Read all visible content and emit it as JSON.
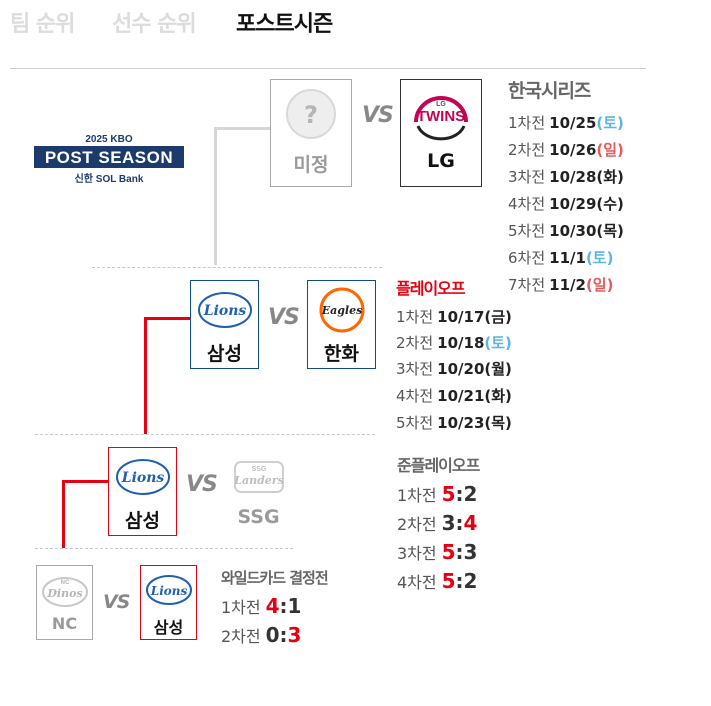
{
  "tabs": [
    {
      "label": "팀 순위",
      "active": false
    },
    {
      "label": "선수 순위",
      "active": false
    },
    {
      "label": "포스트시즌",
      "active": true
    }
  ],
  "logo": {
    "year_kbo": "2025 KBO",
    "title": "POST SEASON",
    "sponsor": "신한 SOL Bank"
  },
  "korean_series": {
    "title": "한국시리즈",
    "team1": {
      "name": "미정",
      "logo_text": "?"
    },
    "team2": {
      "name": "LG",
      "logo_text": "TWINS",
      "logo_sub": "LG"
    },
    "vs": "VS",
    "games": [
      {
        "game": "1차전",
        "date": "10/25",
        "day": "(토)",
        "kind": "sat"
      },
      {
        "game": "2차전",
        "date": "10/26",
        "day": "(일)",
        "kind": "sun"
      },
      {
        "game": "3차전",
        "date": "10/28",
        "day": "(화)",
        "kind": "wk"
      },
      {
        "game": "4차전",
        "date": "10/29",
        "day": "(수)",
        "kind": "wk"
      },
      {
        "game": "5차전",
        "date": "10/30",
        "day": "(목)",
        "kind": "wk"
      },
      {
        "game": "6차전",
        "date": "11/1",
        "day": "(토)",
        "kind": "sat"
      },
      {
        "game": "7차전",
        "date": "11/2",
        "day": "(일)",
        "kind": "sun"
      }
    ]
  },
  "playoff": {
    "title": "플레이오프",
    "team1": {
      "name": "삼성",
      "logo_text": "Lions"
    },
    "team2": {
      "name": "한화",
      "logo_text": "Eagles"
    },
    "vs": "VS",
    "games": [
      {
        "game": "1차전",
        "date": "10/17",
        "day": "(금)",
        "kind": "wk"
      },
      {
        "game": "2차전",
        "date": "10/18",
        "day": "(토)",
        "kind": "sat"
      },
      {
        "game": "3차전",
        "date": "10/20",
        "day": "(월)",
        "kind": "wk"
      },
      {
        "game": "4차전",
        "date": "10/21",
        "day": "(화)",
        "kind": "wk"
      },
      {
        "game": "5차전",
        "date": "10/23",
        "day": "(목)",
        "kind": "wk"
      }
    ]
  },
  "semi_playoff": {
    "title": "준플레이오프",
    "team1": {
      "name": "삼성",
      "logo_text": "Lions"
    },
    "team2": {
      "name": "SSG",
      "logo_text": "Landers",
      "logo_sub": "SSG"
    },
    "vs": "VS",
    "games": [
      {
        "game": "1차전",
        "s1": "5",
        "s2": "2",
        "winner": 1
      },
      {
        "game": "2차전",
        "s1": "3",
        "s2": "4",
        "winner": 2
      },
      {
        "game": "3차전",
        "s1": "5",
        "s2": "3",
        "winner": 1
      },
      {
        "game": "4차전",
        "s1": "5",
        "s2": "2",
        "winner": 1
      }
    ]
  },
  "wildcard": {
    "title": "와일드카드 결정전",
    "team1": {
      "name": "NC",
      "logo_text": "Dinos",
      "logo_sub": "NC"
    },
    "team2": {
      "name": "삼성",
      "logo_text": "Lions"
    },
    "vs": "VS",
    "games": [
      {
        "game": "1차전",
        "s1": "4",
        "s2": "1",
        "winner": 1
      },
      {
        "game": "2차전",
        "s1": "0",
        "s2": "3",
        "winner": 2
      }
    ]
  },
  "colors": {
    "accent_red": "#e60012",
    "saturday": "#5bb5e0",
    "sunday": "#e85a5a",
    "ps_navy": "#1c3a6b"
  }
}
